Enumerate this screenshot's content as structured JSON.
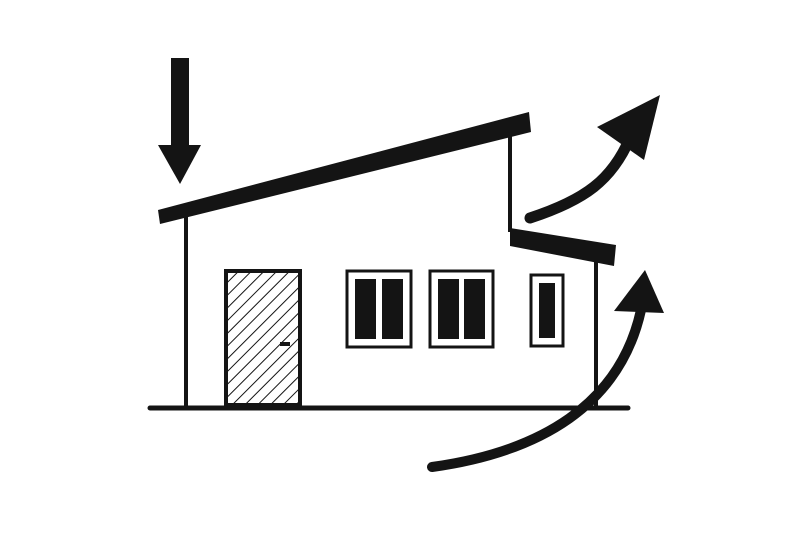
{
  "diagram": {
    "subject": "house-with-skillion-roof",
    "colors": {
      "ink": "#141414",
      "background": "#ffffff"
    },
    "arrows": [
      {
        "icon": "arrow-down-icon",
        "meaning": "incoming-flow"
      },
      {
        "icon": "curved-arrow-up-right-icon",
        "meaning": "outgoing-flow"
      },
      {
        "icon": "curved-arrow-up-icon",
        "meaning": "outgoing-flow"
      }
    ]
  }
}
